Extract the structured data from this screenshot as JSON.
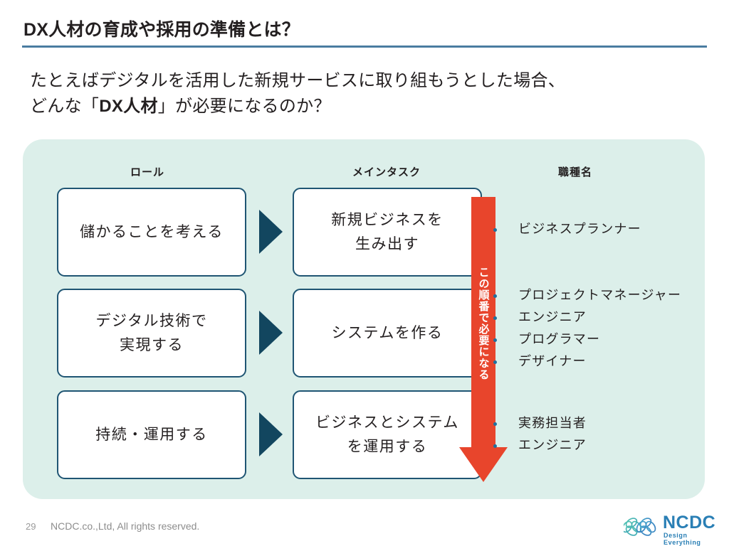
{
  "slide": {
    "title": "DX人材の育成や採用の準備とは？",
    "subtitle_line1": "たとえばデジタルを活用した新規サービスに取り組もうとした場合、",
    "subtitle_line2_pre": "どんな「",
    "subtitle_line2_bold": "DX人材",
    "subtitle_line2_post": "」が必要になるのか？",
    "accent_rule_color": "#4a7ca0"
  },
  "diagram": {
    "panel_color": "#dcefea",
    "box_border_color": "#1f5573",
    "arrow_color": "#12465f",
    "order_arrow_color": "#e8452c",
    "bullet_color": "#1f6f9e",
    "columns": {
      "role": "ロール",
      "task": "メインタスク",
      "job": "職種名"
    },
    "order_arrow_label": "この順番で必要になる",
    "rows": [
      {
        "role": "儲かることを考える",
        "task_line1": "新規ビジネスを",
        "task_line2": "生み出す",
        "jobs": [
          "ビジネスプランナー"
        ]
      },
      {
        "role_line1": "デジタル技術で",
        "role_line2": "実現する",
        "task": "システムを作る",
        "jobs": [
          "プロジェクトマネージャー",
          "エンジニア",
          "プログラマー",
          "デザイナー"
        ]
      },
      {
        "role": "持続・運用する",
        "task_line1": "ビジネスとシステム",
        "task_line2": "を運用する",
        "jobs": [
          "実務担当者",
          "エンジニア"
        ]
      }
    ]
  },
  "footer": {
    "page_number": "29",
    "copyright": "NCDC.co.,Ltd, All rights reserved."
  },
  "logo": {
    "wordmark": "NCDC",
    "tagline": "Design Everything",
    "color": "#2a7fb5",
    "mark_left_color": "#4fb8ad",
    "mark_right_color": "#3a8fc7"
  }
}
